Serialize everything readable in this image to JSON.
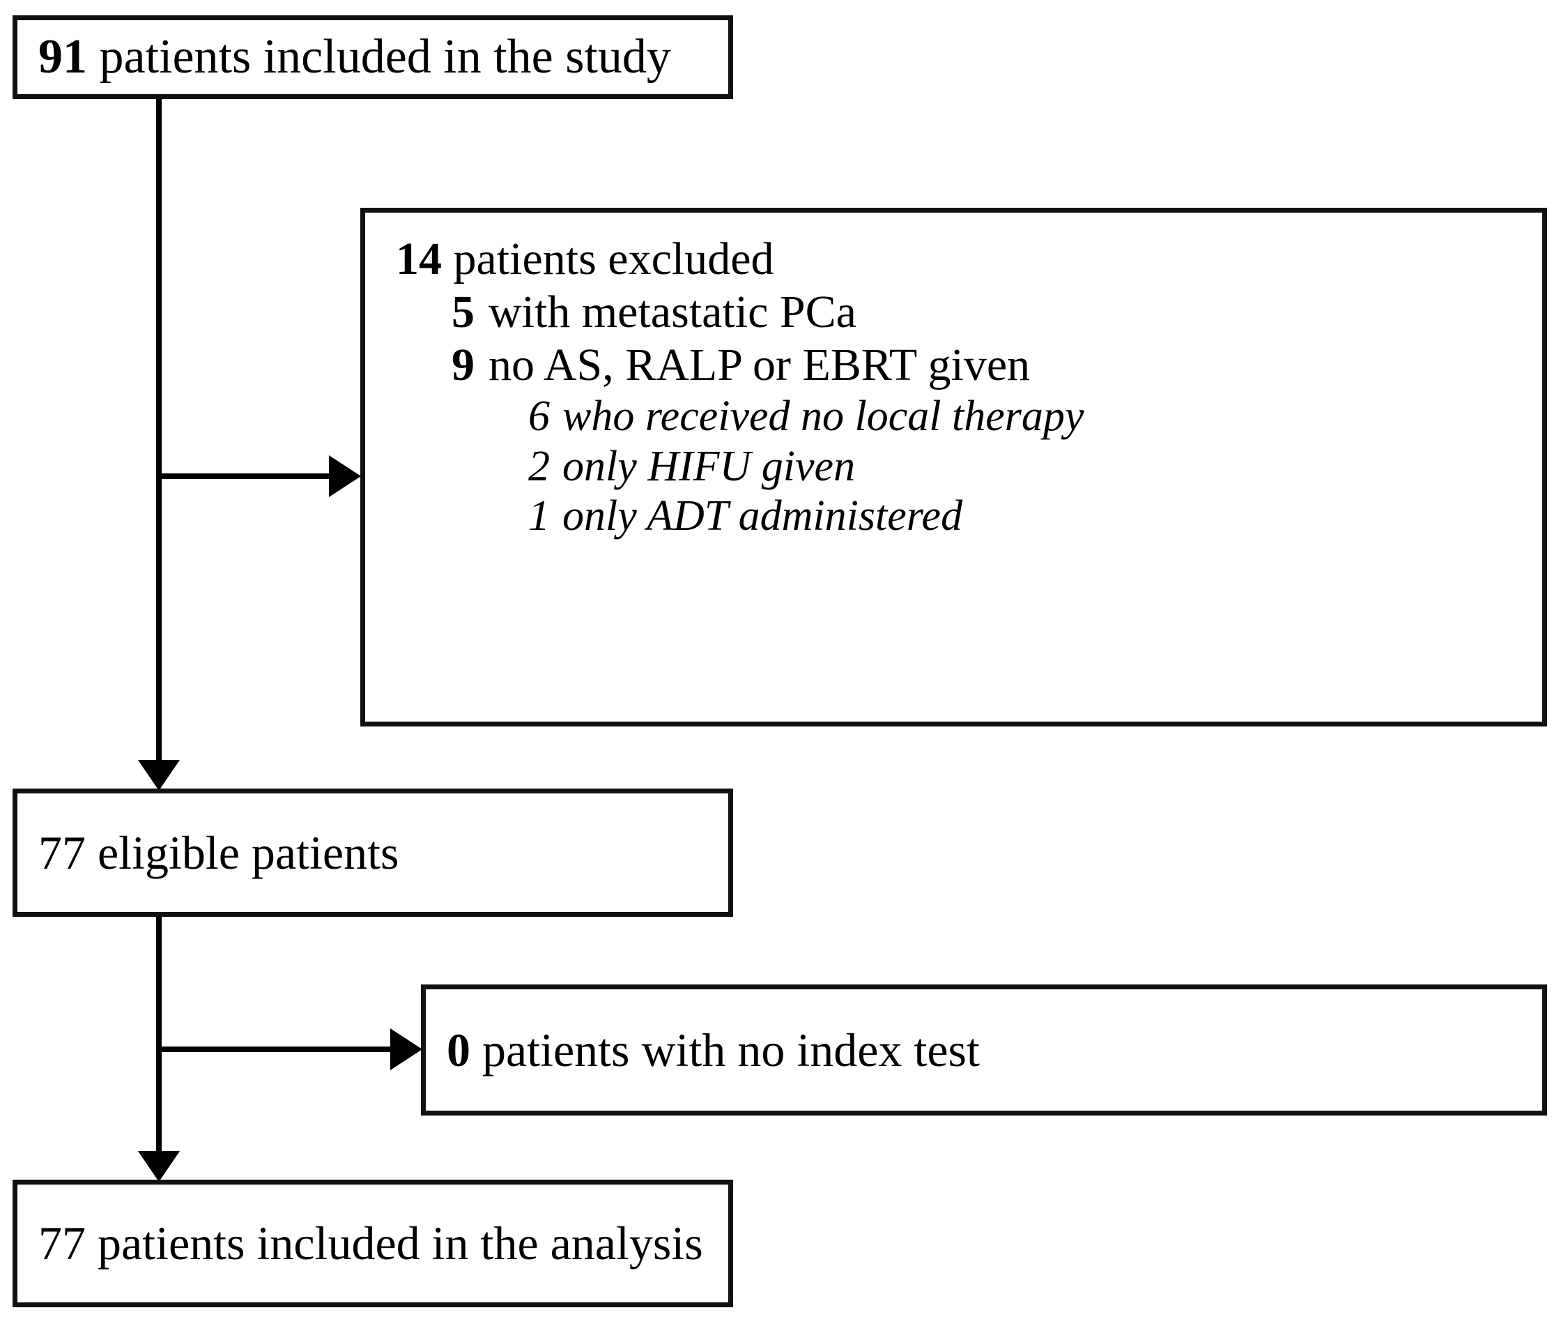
{
  "diagram": {
    "type": "patient-flow-diagram",
    "boxes": {
      "included": {
        "count": "91",
        "text": " patients included in the study",
        "count_bold": true
      },
      "excluded": {
        "header": {
          "count": "14",
          "text": " patients excluded",
          "count_bold": true
        },
        "reasons": [
          {
            "count": "5",
            "text": "with metastatic PCa",
            "count_bold": true,
            "italic": false
          },
          {
            "count": "9",
            "text": "no AS, RALP or EBRT given",
            "count_bold": true,
            "italic": false
          }
        ],
        "subreasons": [
          {
            "count": "6",
            "text": "who received no local therapy",
            "count_bold": false,
            "italic": true
          },
          {
            "count": "2",
            "text": "only HIFU given",
            "count_bold": false,
            "italic": true
          },
          {
            "count": "1",
            "text": "only ADT administered",
            "count_bold": false,
            "italic": true
          }
        ]
      },
      "eligible": {
        "count": "77",
        "text": " eligible patients",
        "count_bold": false
      },
      "no_index_test": {
        "count": "0",
        "text": " patients with no index test",
        "count_bold": true
      },
      "analysis": {
        "count": "77",
        "text": " patients included in the analysis",
        "count_bold": false
      }
    },
    "colors": {
      "border": "#111111",
      "text": "#000000",
      "background": "#ffffff",
      "connector": "#000000"
    }
  }
}
